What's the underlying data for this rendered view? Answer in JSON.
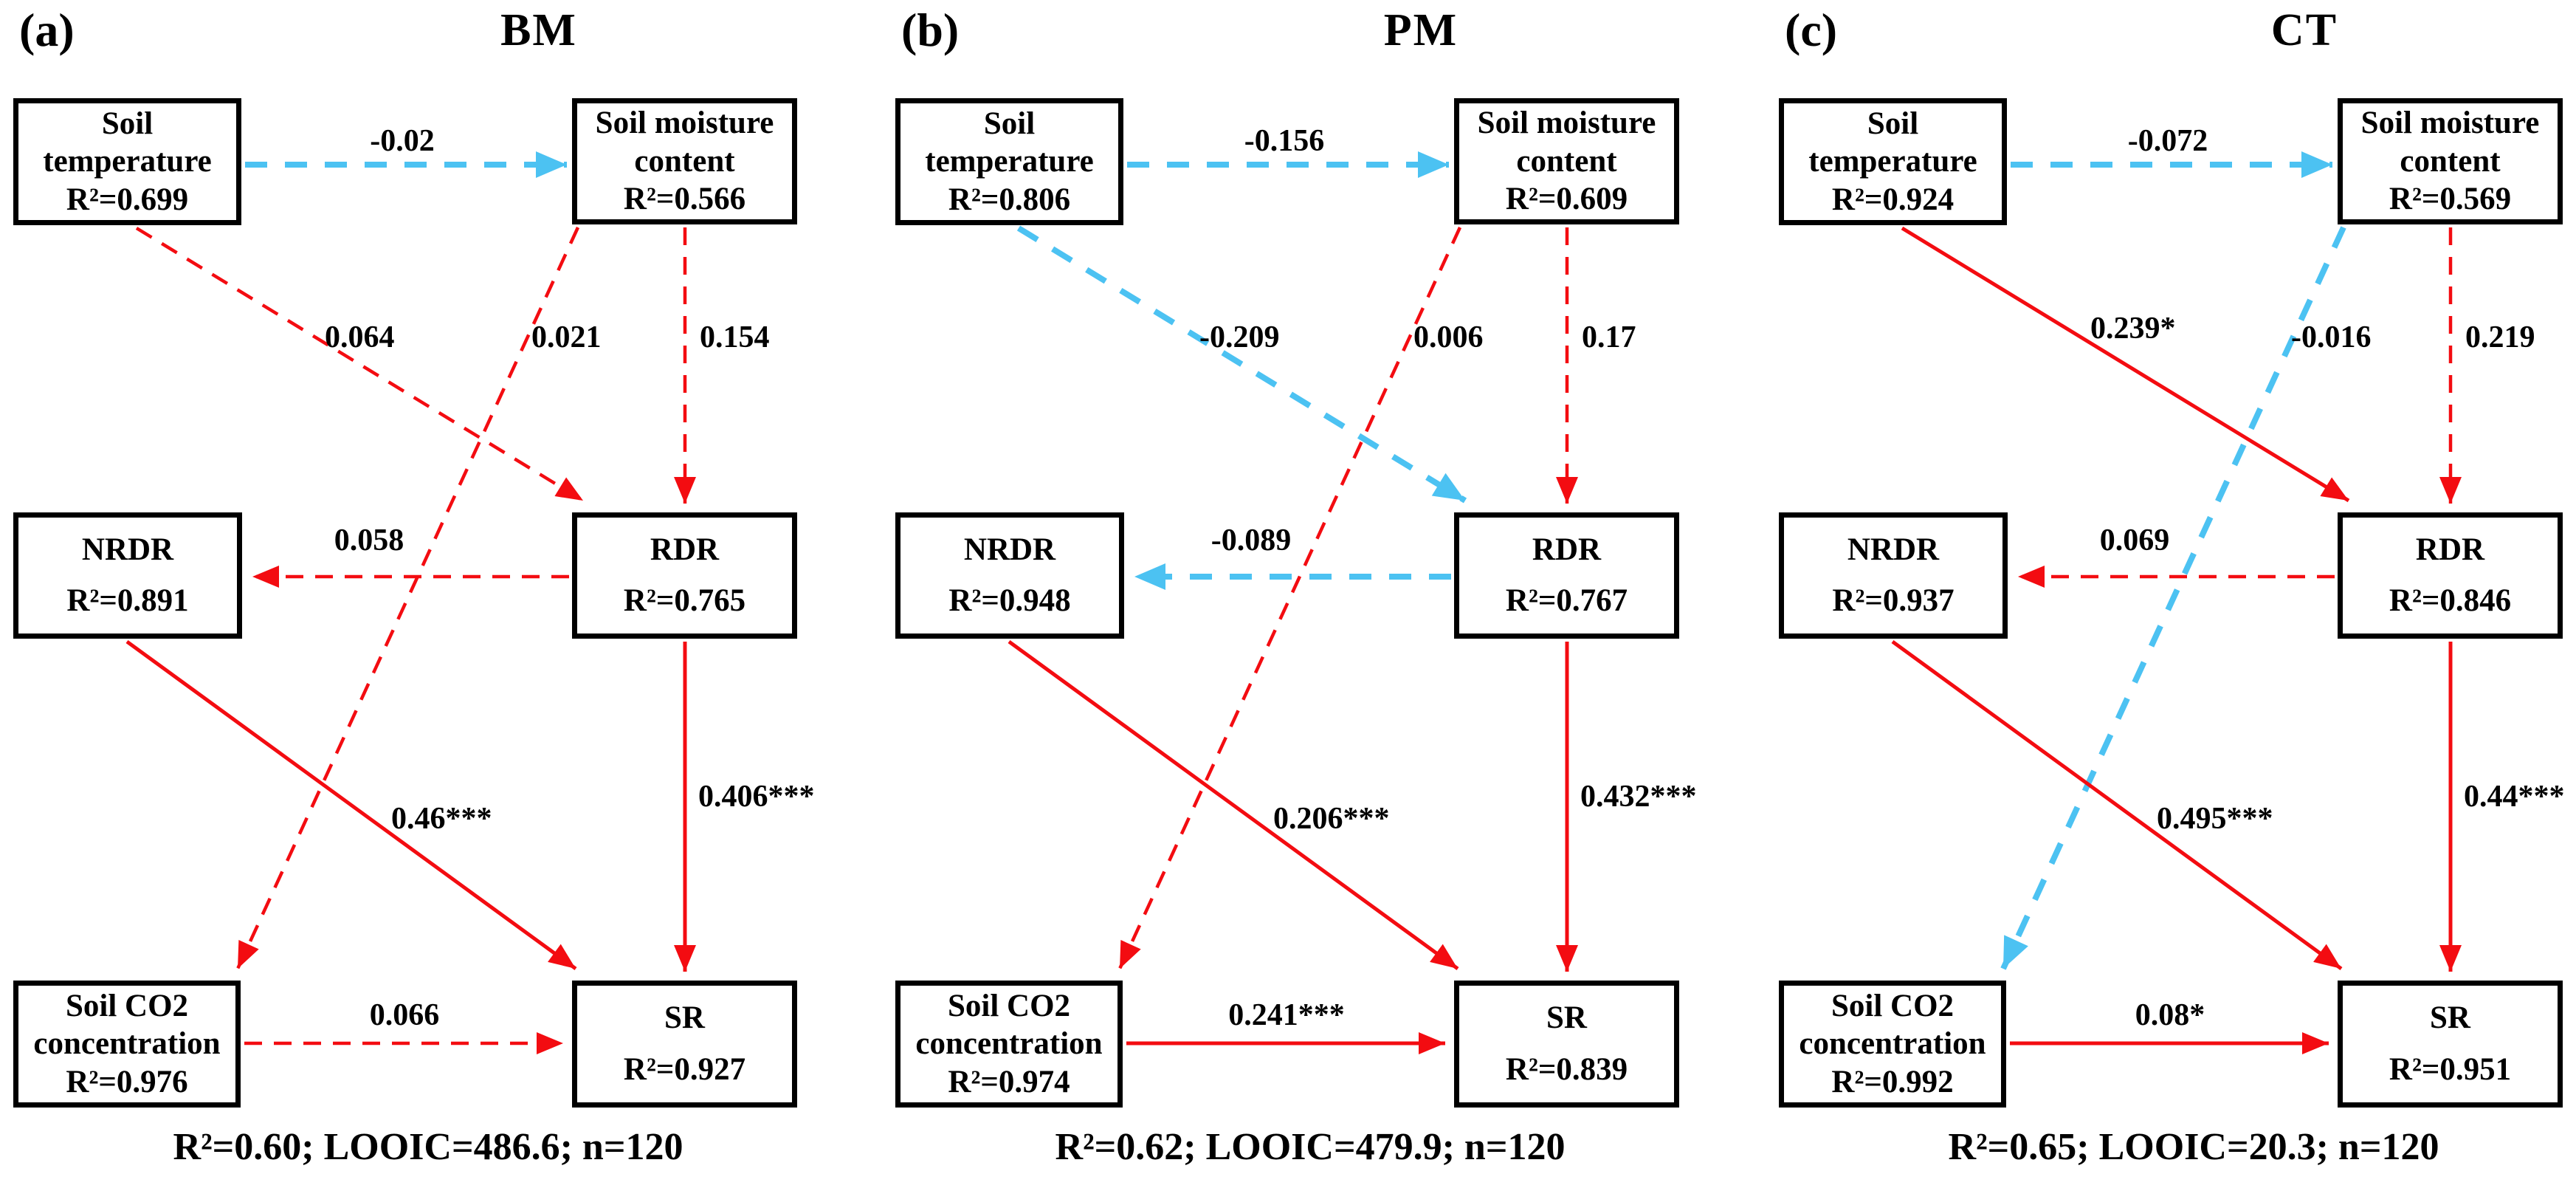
{
  "colors": {
    "red": "#F30C11",
    "blue": "#4CC2F2"
  },
  "panels": [
    {
      "label": "(a)",
      "title": "BM",
      "caption": "R²=0.60; LOOIC=486.6; n=120",
      "nodes": {
        "soil_temperature": {
          "line1": "Soil",
          "line2": "temperature",
          "r2": "R²=0.699"
        },
        "soil_moisture": {
          "line1": "Soil moisture",
          "line2": "content",
          "r2": "R²=0.566"
        },
        "nrdr": {
          "line1": "NRDR",
          "r2": "R²=0.891"
        },
        "rdr": {
          "line1": "RDR",
          "r2": "R²=0.765"
        },
        "soil_co2": {
          "line1": "Soil CO2",
          "line2": "concentration",
          "r2": "R²=0.976"
        },
        "sr": {
          "line1": "SR",
          "r2": "R²=0.927"
        }
      },
      "edges": [
        {
          "id": "st-smc",
          "from": "Soil temperature",
          "to": "Soil moisture content",
          "value": "-0.02",
          "color": "blue",
          "style": "dashed"
        },
        {
          "id": "st-rdr",
          "from": "Soil temperature",
          "to": "RDR",
          "value": "0.064",
          "color": "red",
          "style": "dashed"
        },
        {
          "id": "smc-co2",
          "from": "Soil moisture content",
          "to": "Soil CO2 concentration",
          "value": "0.021",
          "color": "red",
          "style": "dashed"
        },
        {
          "id": "smc-rdr",
          "from": "Soil moisture content",
          "to": "RDR",
          "value": "0.154",
          "color": "red",
          "style": "dashed"
        },
        {
          "id": "rdr-nrdr",
          "from": "RDR",
          "to": "NRDR",
          "value": "0.058",
          "color": "red",
          "style": "dashed"
        },
        {
          "id": "nrdr-sr",
          "from": "NRDR",
          "to": "SR",
          "value": "0.46***",
          "color": "red",
          "style": "solid"
        },
        {
          "id": "rdr-sr",
          "from": "RDR",
          "to": "SR",
          "value": "0.406***",
          "color": "red",
          "style": "solid"
        },
        {
          "id": "co2-sr",
          "from": "Soil CO2 concentration",
          "to": "SR",
          "value": "0.066",
          "color": "red",
          "style": "dashed"
        }
      ]
    },
    {
      "label": "(b)",
      "title": "PM",
      "caption": "R²=0.62; LOOIC=479.9; n=120",
      "nodes": {
        "soil_temperature": {
          "line1": "Soil",
          "line2": "temperature",
          "r2": "R²=0.806"
        },
        "soil_moisture": {
          "line1": "Soil moisture",
          "line2": "content",
          "r2": "R²=0.609"
        },
        "nrdr": {
          "line1": "NRDR",
          "r2": "R²=0.948"
        },
        "rdr": {
          "line1": "RDR",
          "r2": "R²=0.767"
        },
        "soil_co2": {
          "line1": "Soil CO2",
          "line2": "concentration",
          "r2": "R²=0.974"
        },
        "sr": {
          "line1": "SR",
          "r2": "R²=0.839"
        }
      },
      "edges": [
        {
          "id": "st-smc",
          "from": "Soil temperature",
          "to": "Soil moisture content",
          "value": "-0.156",
          "color": "blue",
          "style": "dashed"
        },
        {
          "id": "st-rdr",
          "from": "Soil temperature",
          "to": "RDR",
          "value": "-0.209",
          "color": "blue",
          "style": "dashed"
        },
        {
          "id": "smc-co2",
          "from": "Soil moisture content",
          "to": "Soil CO2 concentration",
          "value": "0.006",
          "color": "red",
          "style": "dashed"
        },
        {
          "id": "smc-rdr",
          "from": "Soil moisture content",
          "to": "RDR",
          "value": "0.17",
          "color": "red",
          "style": "dashed"
        },
        {
          "id": "rdr-nrdr",
          "from": "RDR",
          "to": "NRDR",
          "value": "-0.089",
          "color": "blue",
          "style": "dashed"
        },
        {
          "id": "nrdr-sr",
          "from": "NRDR",
          "to": "SR",
          "value": "0.206***",
          "color": "red",
          "style": "solid"
        },
        {
          "id": "rdr-sr",
          "from": "RDR",
          "to": "SR",
          "value": "0.432***",
          "color": "red",
          "style": "solid"
        },
        {
          "id": "co2-sr",
          "from": "Soil CO2 concentration",
          "to": "SR",
          "value": "0.241***",
          "color": "red",
          "style": "solid"
        }
      ]
    },
    {
      "label": "(c)",
      "title": "CT",
      "caption": "R²=0.65; LOOIC=20.3; n=120",
      "nodes": {
        "soil_temperature": {
          "line1": "Soil",
          "line2": "temperature",
          "r2": "R²=0.924"
        },
        "soil_moisture": {
          "line1": "Soil moisture",
          "line2": "content",
          "r2": "R²=0.569"
        },
        "nrdr": {
          "line1": "NRDR",
          "r2": "R²=0.937"
        },
        "rdr": {
          "line1": "RDR",
          "r2": "R²=0.846"
        },
        "soil_co2": {
          "line1": "Soil CO2",
          "line2": "concentration",
          "r2": "R²=0.992"
        },
        "sr": {
          "line1": "SR",
          "r2": "R²=0.951"
        }
      },
      "edges": [
        {
          "id": "st-smc",
          "from": "Soil temperature",
          "to": "Soil moisture content",
          "value": "-0.072",
          "color": "blue",
          "style": "dashed"
        },
        {
          "id": "st-rdr",
          "from": "Soil temperature",
          "to": "RDR",
          "value": "0.239*",
          "color": "red",
          "style": "solid"
        },
        {
          "id": "smc-co2",
          "from": "Soil moisture content",
          "to": "Soil CO2 concentration",
          "value": "-0.016",
          "color": "blue",
          "style": "dashed"
        },
        {
          "id": "smc-rdr",
          "from": "Soil moisture content",
          "to": "RDR",
          "value": "0.219",
          "color": "red",
          "style": "dashed"
        },
        {
          "id": "rdr-nrdr",
          "from": "RDR",
          "to": "NRDR",
          "value": "0.069",
          "color": "red",
          "style": "dashed"
        },
        {
          "id": "nrdr-sr",
          "from": "NRDR",
          "to": "SR",
          "value": "0.495***",
          "color": "red",
          "style": "solid"
        },
        {
          "id": "rdr-sr",
          "from": "RDR",
          "to": "SR",
          "value": "0.44***",
          "color": "red",
          "style": "solid"
        },
        {
          "id": "co2-sr",
          "from": "Soil CO2 concentration",
          "to": "SR",
          "value": "0.08*",
          "color": "red",
          "style": "solid"
        }
      ]
    }
  ]
}
